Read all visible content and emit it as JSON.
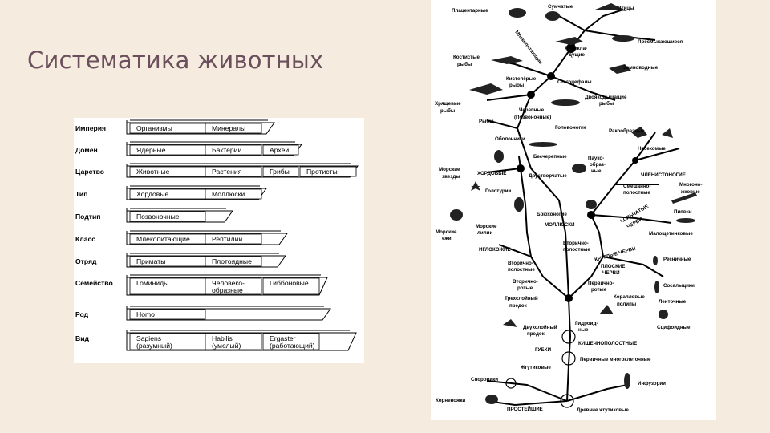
{
  "title": "Систематика животных",
  "taxonomy": {
    "ranks": [
      "Империя",
      "Домен",
      "Царство",
      "Тип",
      "Подтип",
      "Класс",
      "Отряд",
      "Семейство",
      "Род",
      "Вид"
    ],
    "rows": [
      {
        "cells": [
          "Организмы",
          "Минералы"
        ]
      },
      {
        "cells": [
          "Ядерные",
          "Бактерии",
          "Археи"
        ]
      },
      {
        "cells": [
          "Животные",
          "Растения",
          "Грибы",
          "Протисты"
        ]
      },
      {
        "cells": [
          "Хордовые",
          "Моллюски"
        ]
      },
      {
        "cells": [
          "Позвоночные"
        ]
      },
      {
        "cells": [
          "Млекопитающие",
          "Рептилии"
        ]
      },
      {
        "cells": [
          "Приматы",
          "Плотоядные"
        ]
      },
      {
        "cells": [
          "Гоминиды",
          "Человеко-",
          "Гиббоновые"
        ],
        "sub": [
          "",
          "образные",
          ""
        ]
      },
      {
        "cells": [
          "Homo"
        ]
      },
      {
        "cells": [
          "Sapiens",
          "Habilis",
          "Ergaster"
        ],
        "sub": [
          "(разумный)",
          "(умелый)",
          "(работающий)"
        ]
      }
    ]
  },
  "tree": {
    "labels": {
      "placental": "Плацентарные",
      "marsupials": "Сумчатые",
      "birds": "Птицы",
      "mammals_branch": "Млекопитающие",
      "egglaying_1": "Яйцекла-",
      "egglaying_2": "дущие",
      "reptiles": "Пресмыкающиеся",
      "bony_1": "Костистые",
      "bony_2": "рыбы",
      "amphibians": "Земноводные",
      "lobefin_1": "Кистепёрые",
      "lobefin_2": "рыбы",
      "stegocephals": "Стегоцефалы",
      "lungfish_1": "Двоякодышащие",
      "lungfish_2": "рыбы",
      "cartilage_1": "Хрящевые",
      "cartilage_2": "рыбы",
      "fish": "Рыбы",
      "craniates_1": "Черепные",
      "craniates_2": "(Позвоночные)",
      "tunicates": "Оболочники",
      "cephalopods": "Головоногие",
      "crustaceans": "Ракообразные",
      "insects": "Насекомые",
      "acrania": "Бесчерепные",
      "arachnids_1": "Пауко-",
      "arachnids_2": "образ-",
      "arachnids_3": "ные",
      "starfish_1": "Морские",
      "starfish_2": "звезды",
      "chordates": "ХОРДОВЫЕ",
      "bivalves": "Двустворчатые",
      "arthropods": "ЧЛЕНИСТОНОГИЕ",
      "mixocoel_1": "Смешанно-",
      "mixocoel_2": "полостные",
      "myriapods_1": "Многоно-",
      "myriapods_2": "жковые",
      "holothurians": "Голотурии",
      "gastropods": "Брюхоногие",
      "leeches": "Пиявки",
      "ringed_1": "КОЛЬЧАТЫЕ",
      "ringed_2": "ЧЕРВИ",
      "urchins_1": "Морские",
      "urchins_2": "ежи",
      "lilies_1": "Морские",
      "lilies_2": "лилии",
      "molluscs": "МОЛЛЮСКИ",
      "oligochaetes": "Малощетинковые",
      "echinoderms": "ИГЛОКОЖИЕ",
      "secondary_cavity_1": "Вторично-",
      "secondary_cavity_2": "полостные",
      "roundworms": "КРУГЛЫЕ ЧЕРВИ",
      "ciliated": "Ресничные",
      "deuterostomes_1": "Вторично-",
      "deuterostomes_2": "полостные",
      "flatworms_1": "ПЛОСКИЕ",
      "flatworms_2": "ЧЕРВИ",
      "deuterostome_mouth_1": "Вторично-",
      "deuterostome_mouth_2": "ротые",
      "protostomes_1": "Первично-",
      "protostomes_2": "ротые",
      "flukes": "Сосальщики",
      "triploblast_1": "Трехслойный",
      "triploblast_2": "предок",
      "corals_1": "Коралловые",
      "corals_2": "полипы",
      "tapeworms": "Ленточные",
      "hydroid_1": "Гидроид-",
      "hydroid_2": "ные",
      "scyphoid": "Сцифоидные",
      "diploblast_1": "Двухслойный",
      "diploblast_2": "предок",
      "coelenterates": "КИШЕЧНОПОЛОСТНЫЕ",
      "sponges": "ГУБКИ",
      "primary_multicell": "Первичные многоклеточные",
      "flagellates": "Жгутиковые",
      "sporozoans": "Споровики",
      "ciliates": "Инфузории",
      "rhizopods": "Корненожки",
      "protozoa": "ПРОСТЕЙШИЕ",
      "ancient_flagellates": "Древние жгутиковые"
    }
  }
}
